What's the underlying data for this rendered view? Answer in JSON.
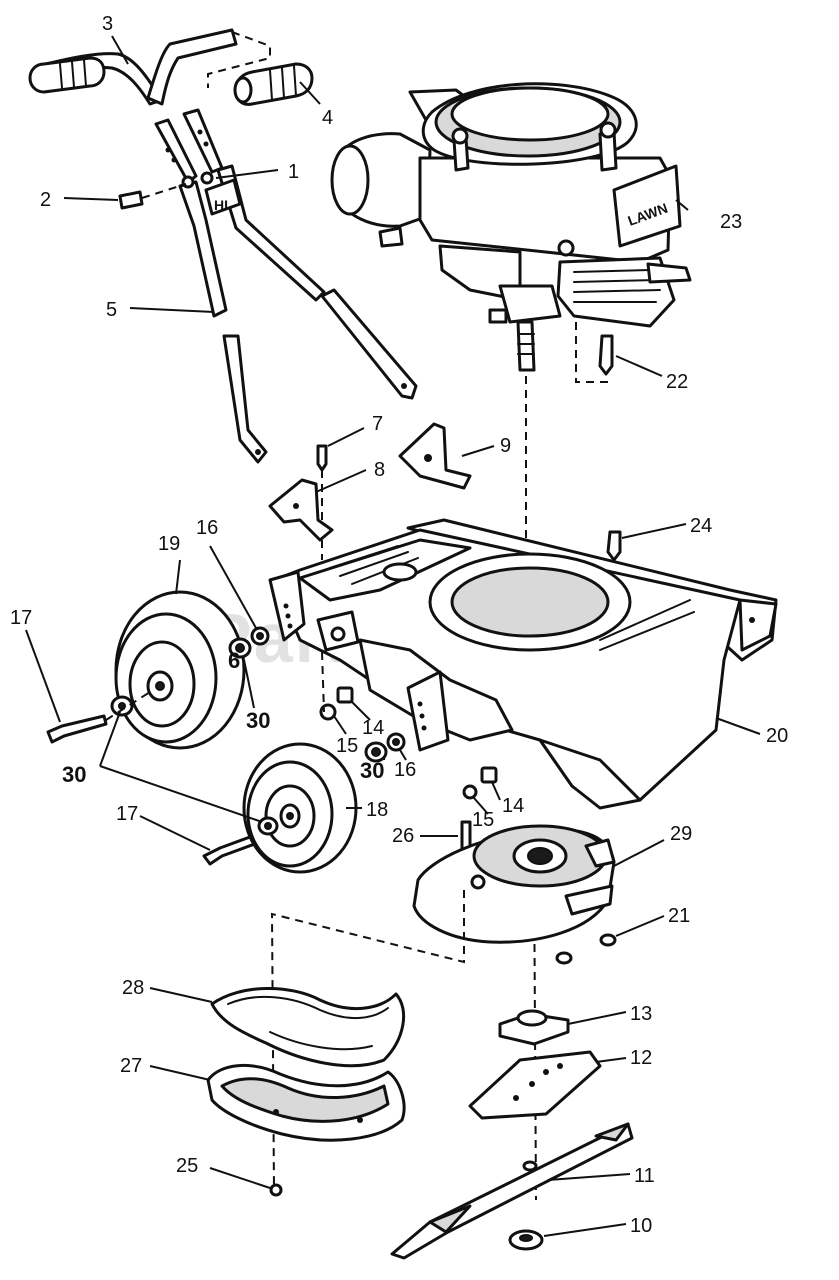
{
  "watermark": "PartsTree",
  "handle_marking": "HI",
  "engine_brand_marking": "LAWN",
  "callouts": {
    "c1": "1",
    "c2": "2",
    "c3": "3",
    "c4": "4",
    "c5": "5",
    "c6": "6",
    "c7": "7",
    "c8": "8",
    "c9": "9",
    "c10": "10",
    "c11": "11",
    "c12": "12",
    "c13": "13",
    "c14a": "14",
    "c14b": "14",
    "c15a": "15",
    "c15b": "15",
    "c16a": "16",
    "c16b": "16",
    "c17a": "17",
    "c17b": "17",
    "c18": "18",
    "c19": "19",
    "c20": "20",
    "c21": "21",
    "c22": "22",
    "c23": "23",
    "c24": "24",
    "c25": "25",
    "c26": "26",
    "c27": "27",
    "c28": "28",
    "c29": "29",
    "c30a": "30",
    "c30b": "30",
    "c30c": "30"
  },
  "colors": {
    "ink": "#111111",
    "paper": "#ffffff",
    "watermark": "#cccccc"
  }
}
